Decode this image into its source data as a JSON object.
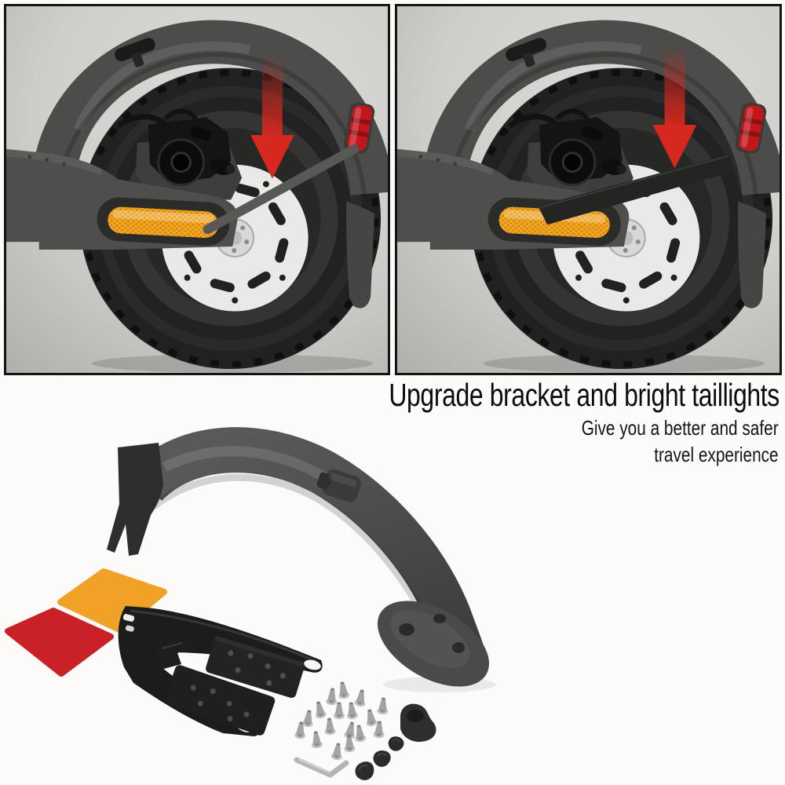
{
  "header": {
    "title": "Upgrade bracket and bright taillights",
    "subtitle_line1": "Give you a better and safer",
    "subtitle_line2": "travel experience"
  },
  "icons": {
    "before_panel_arrow": "red-down-arrow-icon",
    "after_panel_arrow": "red-down-arrow-icon"
  },
  "colors": {
    "page_bg": "#fcfbf9",
    "panel_bg": "#cfcdca",
    "panel_border": "#141414",
    "text": "#0c0c0c",
    "arrow_red": "#d6281e",
    "taillight_red": "#c3161c",
    "reflector_orange": "#f3a51f",
    "sticker_yellow": "#f0a226",
    "sticker_red": "#c92128",
    "fender_gray": "#4b4b49",
    "bracket_black": "#1c1c1a",
    "screw_silver": "#aeaeac"
  }
}
